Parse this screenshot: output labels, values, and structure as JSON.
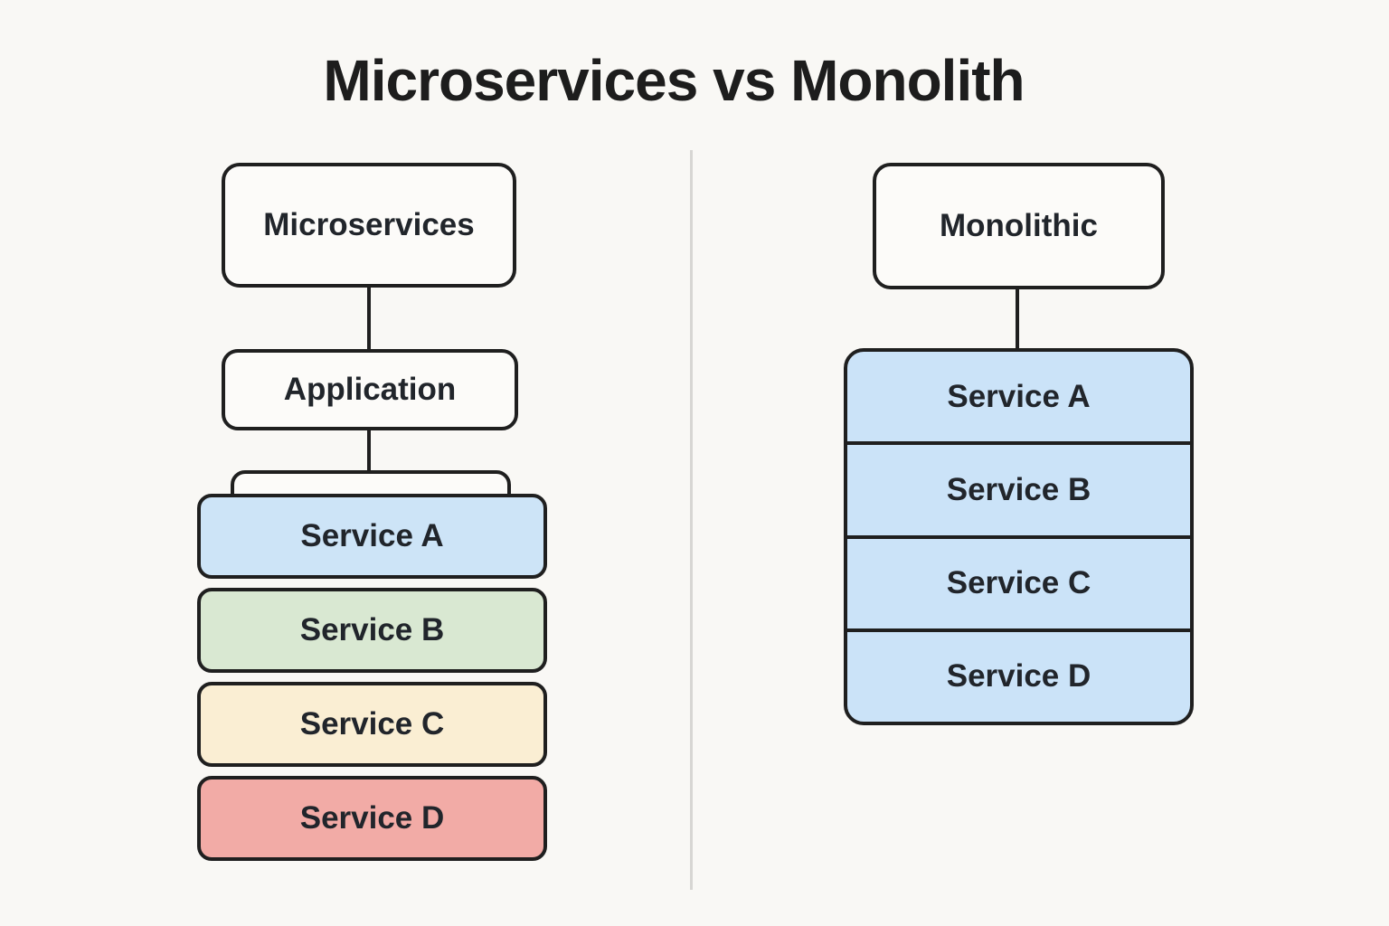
{
  "title": "Microservices vs Monolith",
  "colors": {
    "page_bg": "#f9f8f5",
    "box_bg": "#fcfbf9",
    "border": "#1f1f1f",
    "divider": "#d7d6d3",
    "service_blue": "#cde4f7",
    "service_green": "#d9e8d2",
    "service_cream": "#faeed3",
    "service_red": "#f2aba6",
    "mono_blue": "#cbe3f8"
  },
  "left": {
    "root_label": "Microservices",
    "app_label": "Application",
    "services": [
      {
        "label": "Service A",
        "color": "service_blue"
      },
      {
        "label": "Service B",
        "color": "service_green"
      },
      {
        "label": "Service C",
        "color": "service_cream"
      },
      {
        "label": "Service D",
        "color": "service_red"
      }
    ]
  },
  "right": {
    "root_label": "Monolithic",
    "services": [
      {
        "label": "Service A"
      },
      {
        "label": "Service B"
      },
      {
        "label": "Service C"
      },
      {
        "label": "Service D"
      }
    ]
  }
}
